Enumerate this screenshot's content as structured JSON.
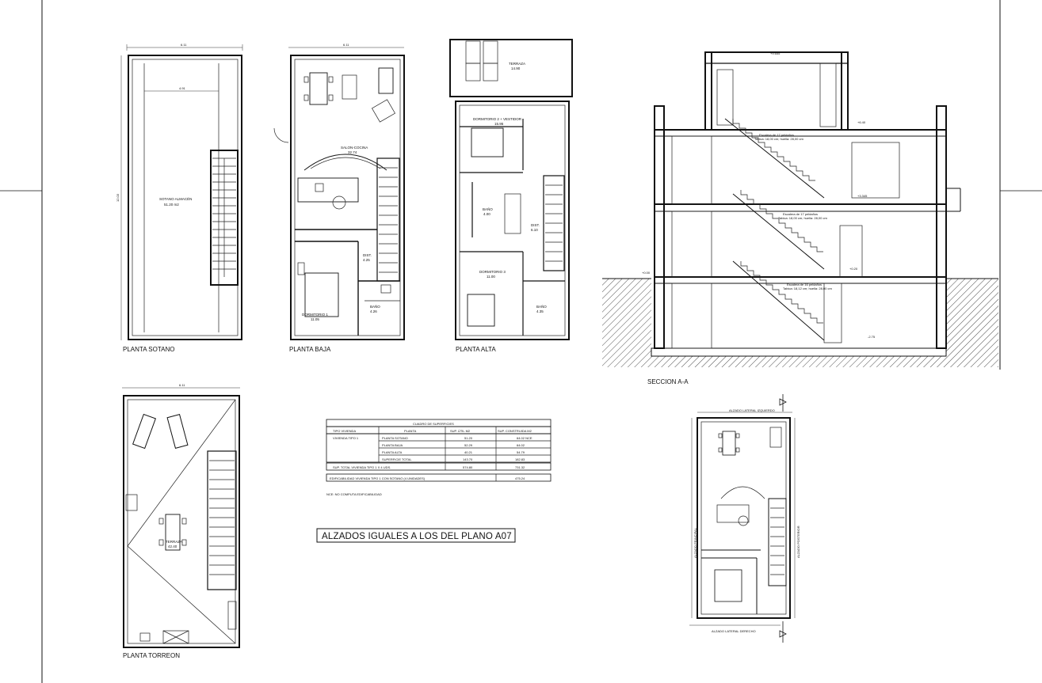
{
  "plans": {
    "sotano": {
      "title": "PLANTA SOTANO",
      "room": "SOTANO ALMACÉN",
      "area": "51.20 m2",
      "width": "6.11",
      "inner_width": "4.91",
      "height": "12.03"
    },
    "baja": {
      "title": "PLANTA BAJA",
      "salon": "SALON-COCINA",
      "salon_area": "32.74",
      "dorm": "DORMITORIO 1",
      "dorm_area": "11.05",
      "bano": "BAÑO",
      "bano_area": "4.26",
      "dist": "DIST.",
      "dist_area": "4.25",
      "width": "6.11"
    },
    "alta": {
      "title": "PLANTA ALTA",
      "terraza": "TERRAZA",
      "terraza_area": "14.90",
      "dorm2": "DORMITORIO 2 + VESTIDOR",
      "dorm2_area": "15.95",
      "dorm3": "DORMITORIO 3",
      "dorm3_area": "11.00",
      "bano1": "BAÑO",
      "bano1_area": "4.00",
      "bano2": "BAÑO",
      "bano2_area": "4.35",
      "dist": "DIST.",
      "dist_area": "6.10"
    },
    "torreon": {
      "title": "PLANTA TORREON",
      "terraza": "TERRAZA",
      "terraza_area": "42.40",
      "width": "6.11"
    }
  },
  "section": {
    "title": "SECCION A-A",
    "stair1": "Escalera de 17 peldaños",
    "stair1_dims": "Tabica: 18,00 cm; huella: 28,00 cm",
    "stair2": "Escalera de 17 peldaños",
    "stair2_dims": "Tabica: 18,00 cm; huella: 28,00 cm",
    "stair3": "Escalera de 16 peldaños",
    "stair3_dims": "Tabica: 18,12 cm; huella: 28,00 cm",
    "levels": [
      "+9.655",
      "+6.40",
      "+3.345",
      "+0.00",
      "+0.20",
      "-2.75"
    ]
  },
  "table": {
    "title": "CUADRO DE SUPERFICIES",
    "headers": [
      "TIPO VIVIENDA",
      "PLANTA",
      "SUP. ÚTIL M2",
      "SUP. CONSTRUIDA M2"
    ],
    "type": "VIVIENDA TIPO 1",
    "rows": [
      [
        "PLANTA SOTANO",
        "51.20",
        "64.02   NCE"
      ],
      [
        "PLANTA BAJA",
        "52.29",
        "64.02"
      ],
      [
        "PLANTA ALTA",
        "40.21",
        "54.79"
      ],
      [
        "SUPERFICIE TOTAL",
        "143.70",
        "182.83"
      ]
    ],
    "total_label": "SUP. TOTAL VIVIENDA TIPO 1 X 4 UDS.",
    "total_util": "574.80",
    "total_const": "731.32",
    "edif_label": "EDIFICABILIDAD VIVIENDA TIPO 1 CON SOTANO (4 UNIDADES)",
    "edif_value": "475.24",
    "note": "NCE: NO COMPUTA EDIFICABILIDAD"
  },
  "alzados_note": "ALZADOS IGUALES A LOS DEL PLANO A07",
  "key_plan": {
    "top": "ALZADO LATERAL IZQUIERDO",
    "bottom": "ALZADO LATERAL DERECHO",
    "left": "ALZADO PRINCIPAL",
    "right": "ALZADO POSTERIOR"
  }
}
